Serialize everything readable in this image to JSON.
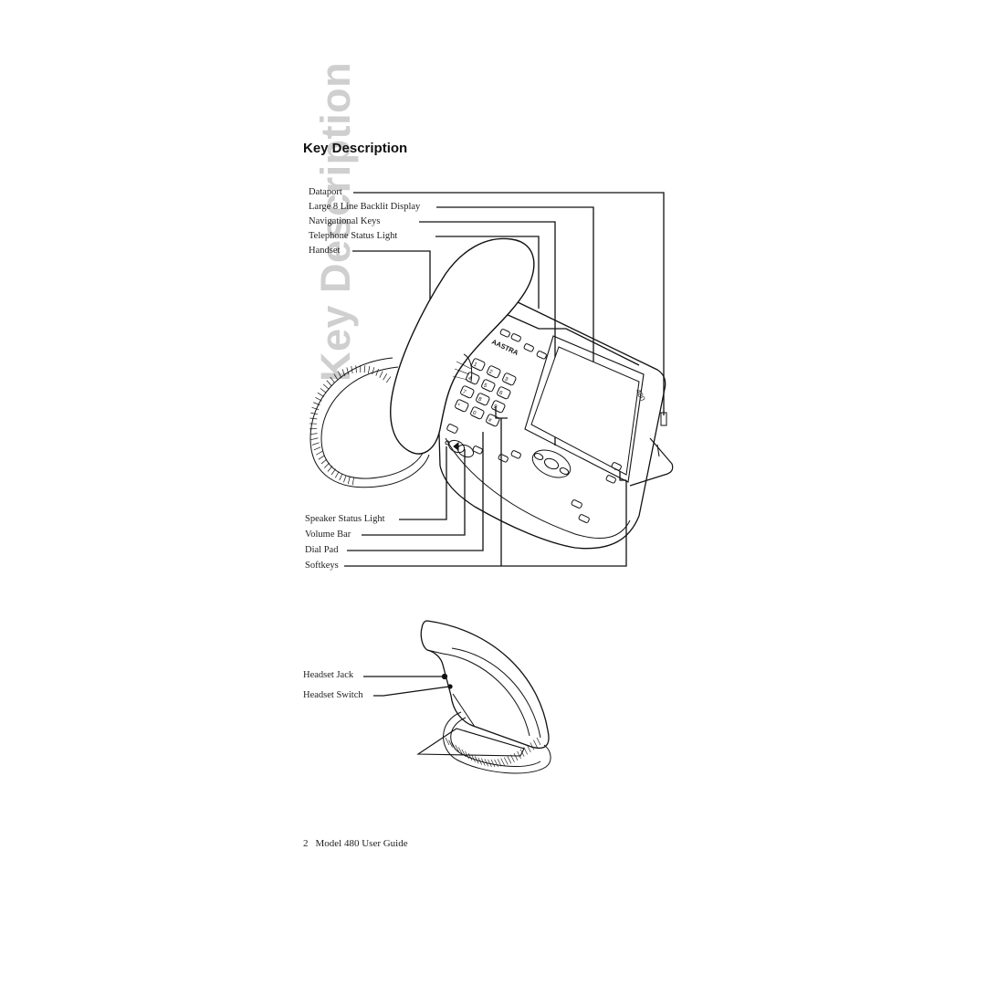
{
  "page": {
    "side_title": "Key Description",
    "heading": "Key Description",
    "footer_page": "2",
    "footer_text": "Model 480 User Guide"
  },
  "front_labels": {
    "dataport": "Dataport",
    "display": "Large 8 Line Backlit Display",
    "nav_keys": "Navigational Keys",
    "status_light": "Telephone Status Light",
    "handset": "Handset",
    "speaker_light": "Speaker Status Light",
    "volume_bar": "Volume Bar",
    "dial_pad": "Dial Pad",
    "softkeys": "Softkeys"
  },
  "side_labels": {
    "headset_jack": "Headset Jack",
    "headset_switch": "Headset Switch"
  },
  "phone_markings": {
    "brand": "AASTRA",
    "model": "480",
    "keys": [
      "1",
      "2",
      "3",
      "4",
      "5",
      "6",
      "7",
      "8",
      "9",
      "*",
      "0",
      "#"
    ]
  }
}
